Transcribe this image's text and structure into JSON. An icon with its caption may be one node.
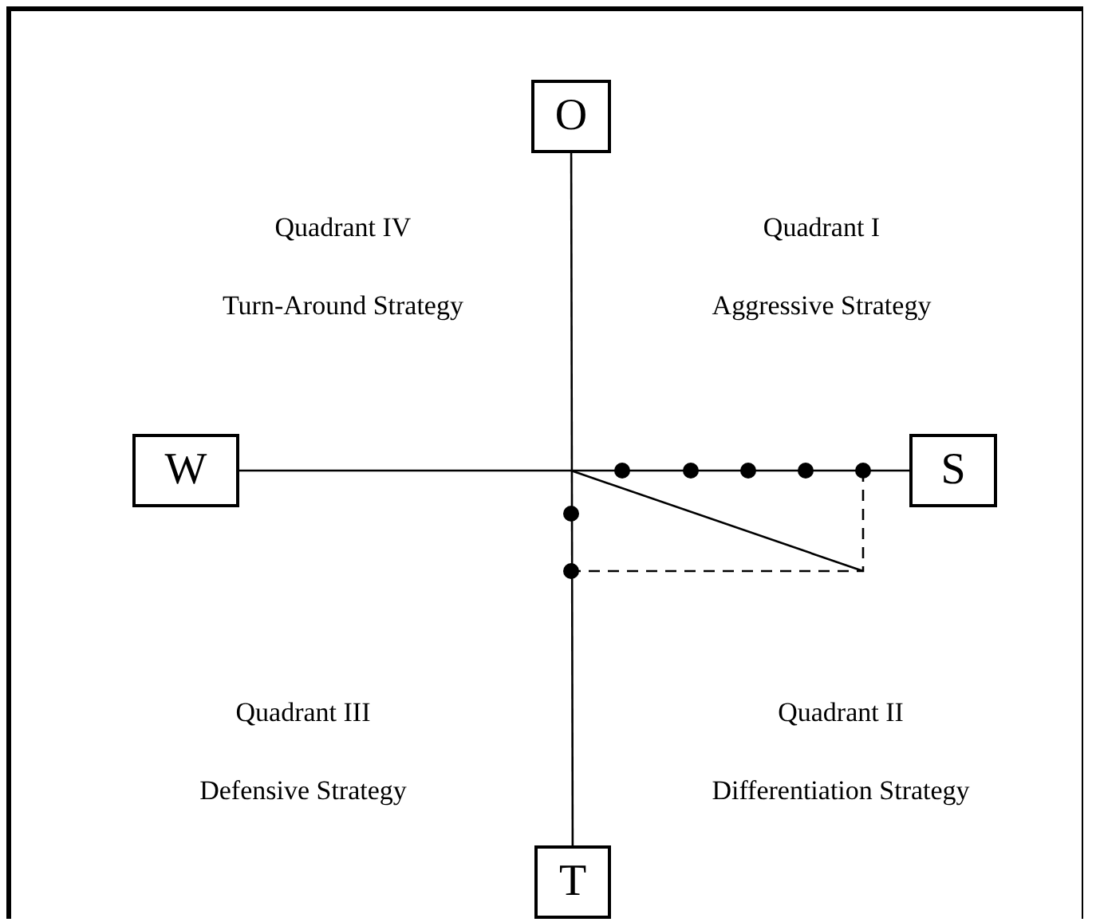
{
  "diagram": {
    "nodes": [
      {
        "text": [
          "O"
        ]
      },
      {
        "text": [
          "W"
        ]
      },
      {
        "text": [
          "S"
        ]
      },
      {
        "text": [
          "T"
        ]
      }
    ],
    "edges": [
      {
        "from": 0,
        "to": 3,
        "arrow": "none"
      },
      {
        "from": 1,
        "to": 2,
        "arrow": "none"
      }
    ],
    "labels": [
      "Quadrant IV",
      "Turn-Around Strategy",
      "Quadrant I",
      "Aggressive Strategy",
      "Quadrant III",
      "Defensive Strategy",
      "Quadrant II",
      "Differentiation Strategy"
    ]
  }
}
